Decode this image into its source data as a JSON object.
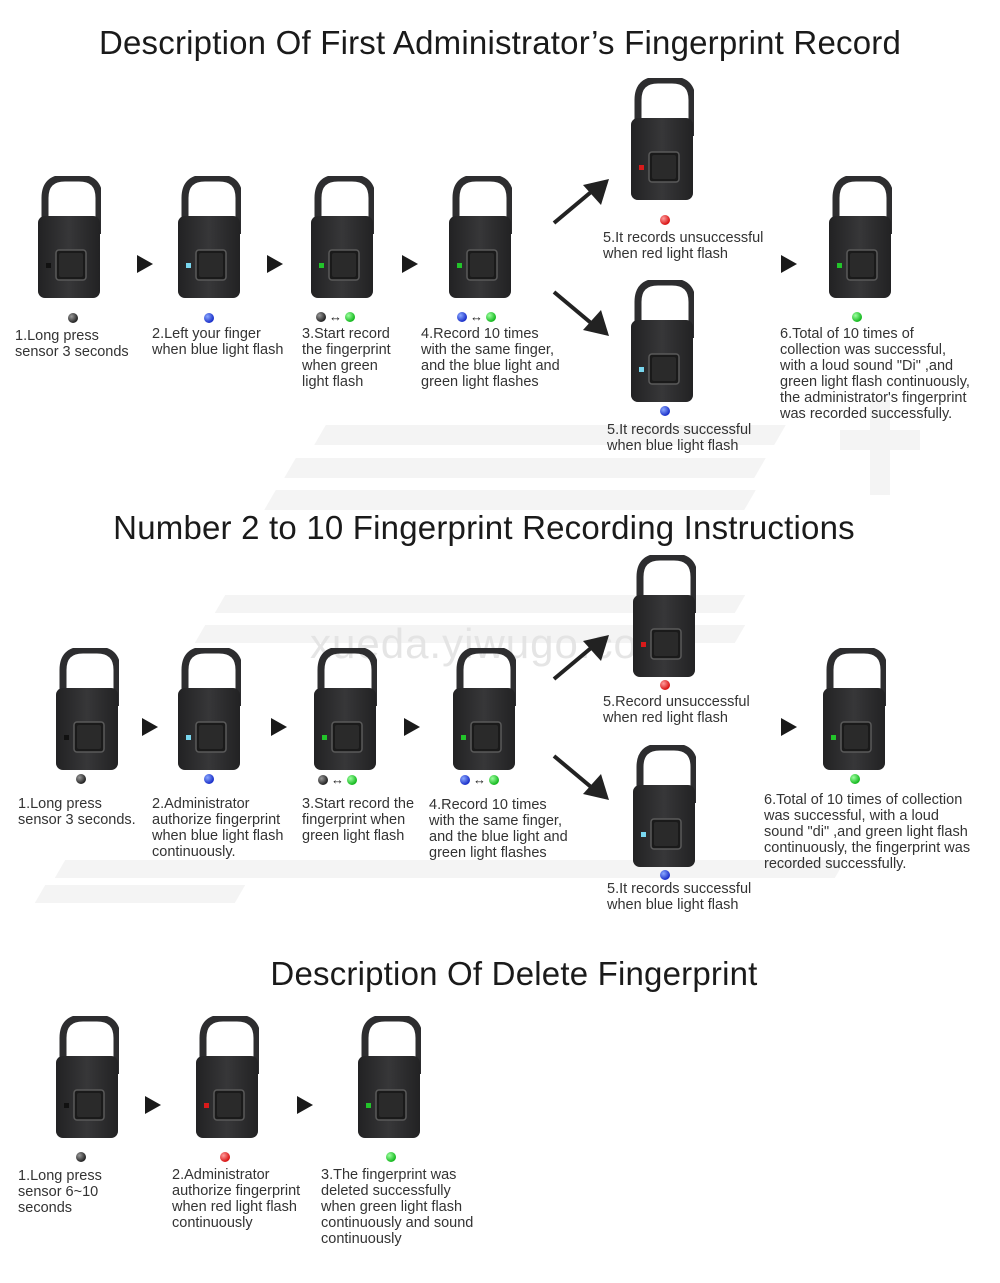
{
  "titles": {
    "section1": "Description Of First Administrator’s Fingerprint Record",
    "section2": "Number 2 to 10 Fingerprint Recording Instructions",
    "section3": "Description Of Delete Fingerprint"
  },
  "watermark": "xueda.yiwugo.com",
  "icons": {
    "lock": "padlock-icon",
    "next": "play-arrow-icon",
    "branch": "diagonal-arrow-icon",
    "alternating": "left-right-arrow-icon"
  },
  "colors": {
    "lock_body": "#2d2d2f",
    "led_black": "#111111",
    "led_blue": "#79d7ef",
    "led_green": "#22c42a",
    "led_red": "#d81a1a"
  },
  "section1": {
    "steps": [
      {
        "caption": "1.Long press\nsensor 3 seconds",
        "led": "black",
        "indicator": [
          "black"
        ]
      },
      {
        "caption": "2.Left your finger\nwhen blue light flash",
        "led": "blue",
        "indicator": [
          "blue"
        ]
      },
      {
        "caption": "3.Start record\nthe fingerprint\nwhen green\nlight flash",
        "led": "green",
        "indicator": [
          "black",
          "green"
        ]
      },
      {
        "caption": "4.Record 10 times\nwith the same finger,\nand the blue light and\ngreen light flashes",
        "led": "green",
        "indicator": [
          "blue",
          "green"
        ]
      },
      {
        "caption": "5.It records unsuccessful\nwhen red light flash",
        "led": "red",
        "indicator": [
          "red"
        ]
      },
      {
        "caption": "5.It records successful\nwhen blue light flash",
        "led": "blue",
        "indicator": [
          "blue"
        ]
      },
      {
        "caption": "6.Total of 10 times of\ncollection was successful,\nwith a loud sound \"Di\" ,and\ngreen light flash continuously,\nthe administrator's fingerprint\nwas recorded successfully.",
        "led": "green",
        "indicator": [
          "green"
        ]
      }
    ]
  },
  "section2": {
    "steps": [
      {
        "caption": "1.Long press\nsensor 3 seconds.",
        "led": "black",
        "indicator": [
          "black"
        ]
      },
      {
        "caption": "2.Administrator\nauthorize fingerprint\nwhen blue light flash\ncontinuously.",
        "led": "blue",
        "indicator": [
          "blue"
        ]
      },
      {
        "caption": "3.Start record the\nfingerprint when\ngreen light flash",
        "led": "green",
        "indicator": [
          "black",
          "green"
        ]
      },
      {
        "caption": "4.Record 10 times\nwith the same finger,\nand the blue light and\ngreen light flashes",
        "led": "green",
        "indicator": [
          "blue",
          "green"
        ]
      },
      {
        "caption": "5.Record unsuccessful\nwhen red light flash",
        "led": "red",
        "indicator": [
          "red"
        ]
      },
      {
        "caption": "5.It records successful\nwhen blue light flash",
        "led": "blue",
        "indicator": [
          "blue"
        ]
      },
      {
        "caption": "6.Total of 10 times of collection\nwas successful, with a loud\nsound \"di\" ,and green light flash\ncontinuously, the fingerprint was\n recorded successfully.",
        "led": "green",
        "indicator": [
          "green"
        ]
      }
    ]
  },
  "section3": {
    "steps": [
      {
        "caption": "1.Long press\nsensor 6~10\nseconds",
        "led": "black",
        "indicator": [
          "black"
        ]
      },
      {
        "caption": "2.Administrator\nauthorize fingerprint\nwhen red light flash\ncontinuously",
        "led": "red",
        "indicator": [
          "red"
        ]
      },
      {
        "caption": "3.The fingerprint was\ndeleted successfully\nwhen green light flash\ncontinuously and sound\ncontinuously",
        "led": "green",
        "indicator": [
          "green"
        ]
      }
    ]
  }
}
